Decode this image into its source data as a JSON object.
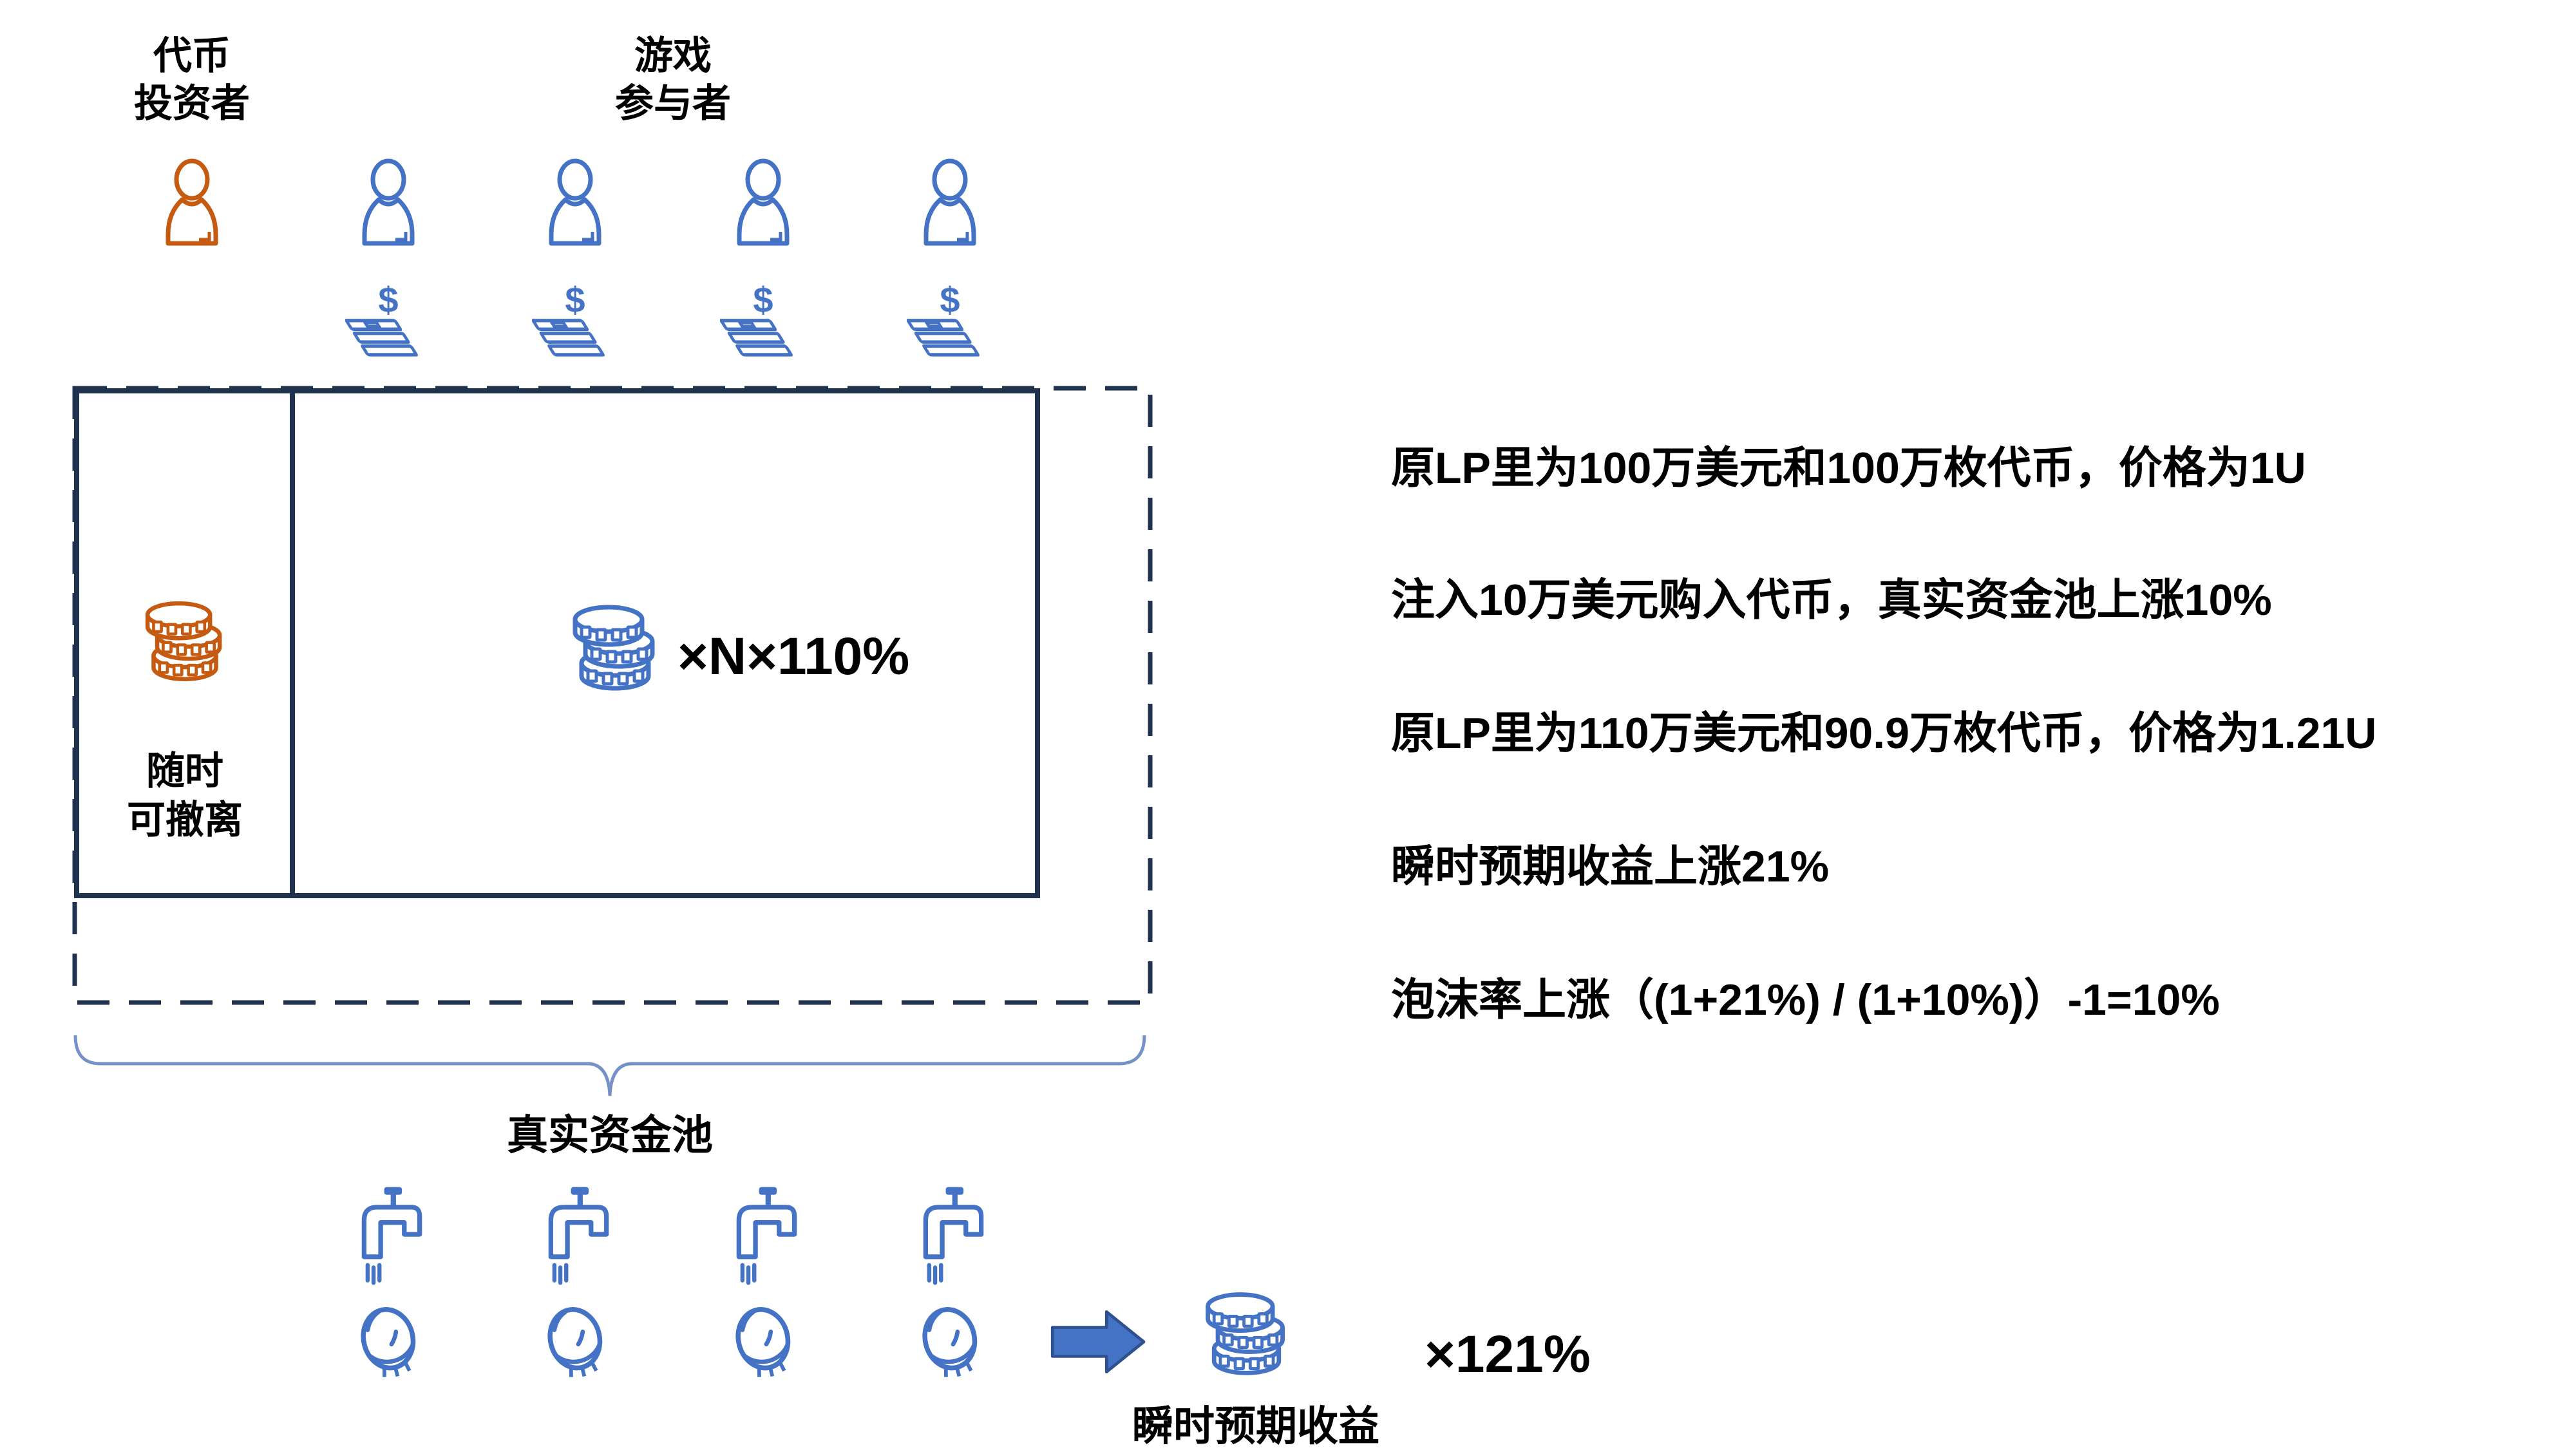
{
  "colors": {
    "icon_blue": "#4472C4",
    "icon_orange": "#C55A11",
    "box_navy": "#1F334F",
    "brace_blue": "#7592C8",
    "arrow_fill": "#4472C4",
    "arrow_stroke": "#2F528F",
    "text": "#000000"
  },
  "actors": {
    "investor_label": "代币\n投资者",
    "participants_label": "游戏\n参与者"
  },
  "money": {
    "dollar_glyph": "$"
  },
  "pool": {
    "withdraw_label": "随时\n可撤离",
    "multiplier_label": "×N×110%",
    "real_pool_label": "真实资金池"
  },
  "outcome": {
    "instant_return_label": "瞬时预期收益",
    "final_multiplier_label": "×121%"
  },
  "notes": {
    "lines": [
      "原LP里为100万美元和100万枚代币，价格为1U",
      "注入10万美元购入代币，真实资金池上涨10%",
      "原LP里为110万美元和90.9万枚代币，价格为1.21U",
      "瞬时预期收益上涨21%",
      "泡沫率上涨（(1+21%) / (1+10%)）-1=10%"
    ]
  },
  "icons": {
    "person": "person-icon",
    "cash": "cash-stack-icon",
    "coin_stack": "coin-stack-icon",
    "coin": "coin-icon",
    "faucet": "faucet-icon",
    "arrow": "arrow-right-icon",
    "brace": "brace-icon"
  }
}
